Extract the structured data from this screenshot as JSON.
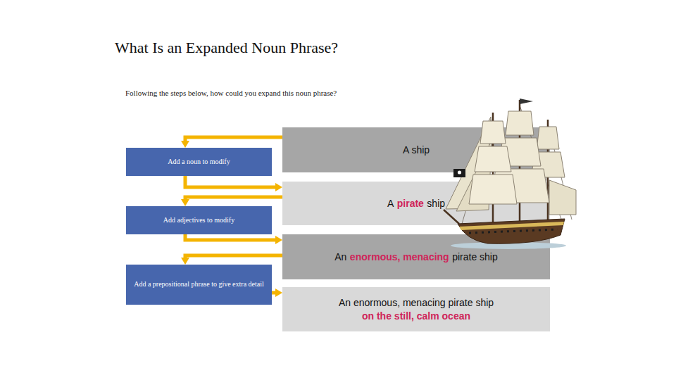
{
  "diagram": {
    "title": "What Is an Expanded Noun Phrase?",
    "nodes": [
      {
        "text": [
          "A ship"
        ]
      },
      {
        "text": [
          "Add a noun to modify"
        ]
      },
      {
        "text": [
          "A",
          "pirate",
          "ship"
        ]
      },
      {
        "text": [
          "Add adjectives to modify"
        ]
      },
      {
        "text": [
          "An",
          "enormous, menacing",
          "pirate ship"
        ]
      },
      {
        "text": [
          "Add a prepositional phrase to give extra detail"
        ]
      },
      {
        "text": [
          "An enormous, menacing pirate ship",
          "on the still, calm ocean"
        ]
      }
    ],
    "edges": [
      {
        "from": 0,
        "to": 1,
        "arrow": "to"
      },
      {
        "from": 1,
        "to": 2,
        "arrow": "to"
      },
      {
        "from": 2,
        "to": 3,
        "arrow": "to"
      },
      {
        "from": 3,
        "to": 4,
        "arrow": "to"
      },
      {
        "from": 4,
        "to": 5,
        "arrow": "to"
      },
      {
        "from": 5,
        "to": 6,
        "arrow": "to"
      }
    ],
    "labels": [
      "Following the steps below, how could you expand this noun phrase?"
    ]
  }
}
